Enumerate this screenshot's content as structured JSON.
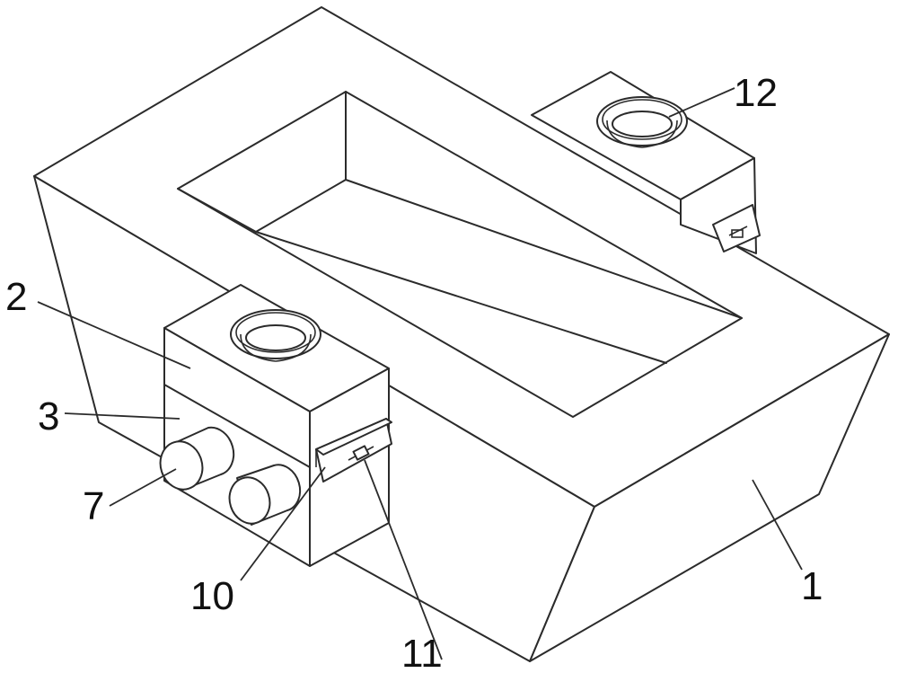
{
  "callouts": {
    "c1": "1",
    "c2": "2",
    "c3": "3",
    "c7": "7",
    "c10": "10",
    "c11": "11",
    "c12": "12"
  },
  "colors": {
    "line": "#2b2b2b",
    "background": "#ffffff"
  }
}
